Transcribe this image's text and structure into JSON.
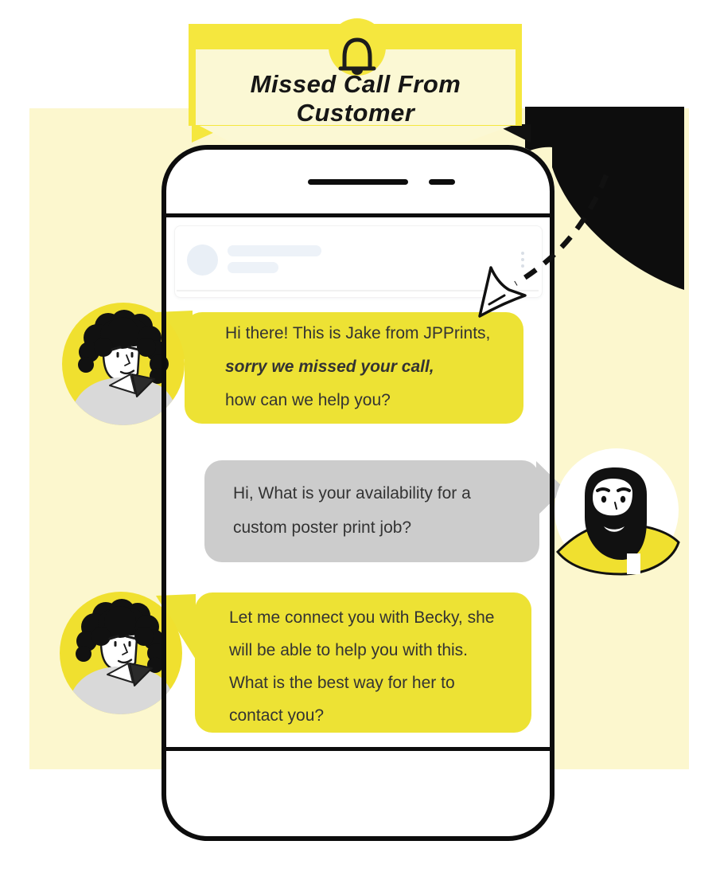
{
  "banner": {
    "title": "Missed Call From Customer",
    "icon": "bell"
  },
  "phone_ui": {
    "notification_card": {
      "avatar_placeholder": "circle",
      "text_placeholders": 2,
      "menu_icon": "vertical-ellipsis"
    }
  },
  "conversation": {
    "messages": [
      {
        "sender": "business-agent-jake",
        "bubble_color": "#EDE234",
        "lines": [
          {
            "text": "Hi there! This is Jake from JPPrints,",
            "style": "normal"
          },
          {
            "text": "sorry we missed your call,",
            "style": "italic"
          },
          {
            "text": "how can we help you?",
            "style": "normal"
          }
        ]
      },
      {
        "sender": "customer",
        "bubble_color": "#CCCCCC",
        "lines": [
          {
            "text": "Hi, What is your availability for a",
            "style": "normal"
          },
          {
            "text": "custom poster print job?",
            "style": "normal"
          }
        ]
      },
      {
        "sender": "business-agent-jake",
        "bubble_color": "#EDE234",
        "lines": [
          {
            "text": "Let me connect you with Becky, she",
            "style": "normal"
          },
          {
            "text": "will be able to help you with this.",
            "style": "normal"
          },
          {
            "text": "What is the best way for her to",
            "style": "normal"
          },
          {
            "text": "contact you?",
            "style": "normal"
          }
        ]
      }
    ]
  },
  "colors": {
    "accent_yellow": "#F5E73E",
    "bubble_yellow": "#EDE234",
    "pale_yellow_card": "#FCF7CE",
    "banner_cream": "#FBF8D4",
    "customer_bubble_gray": "#CCCCCC",
    "ink_black": "#111111",
    "text_dark": "#333333",
    "shirt_gray": "#D9D9D9",
    "placeholder_blue": "#EDF2F8"
  }
}
